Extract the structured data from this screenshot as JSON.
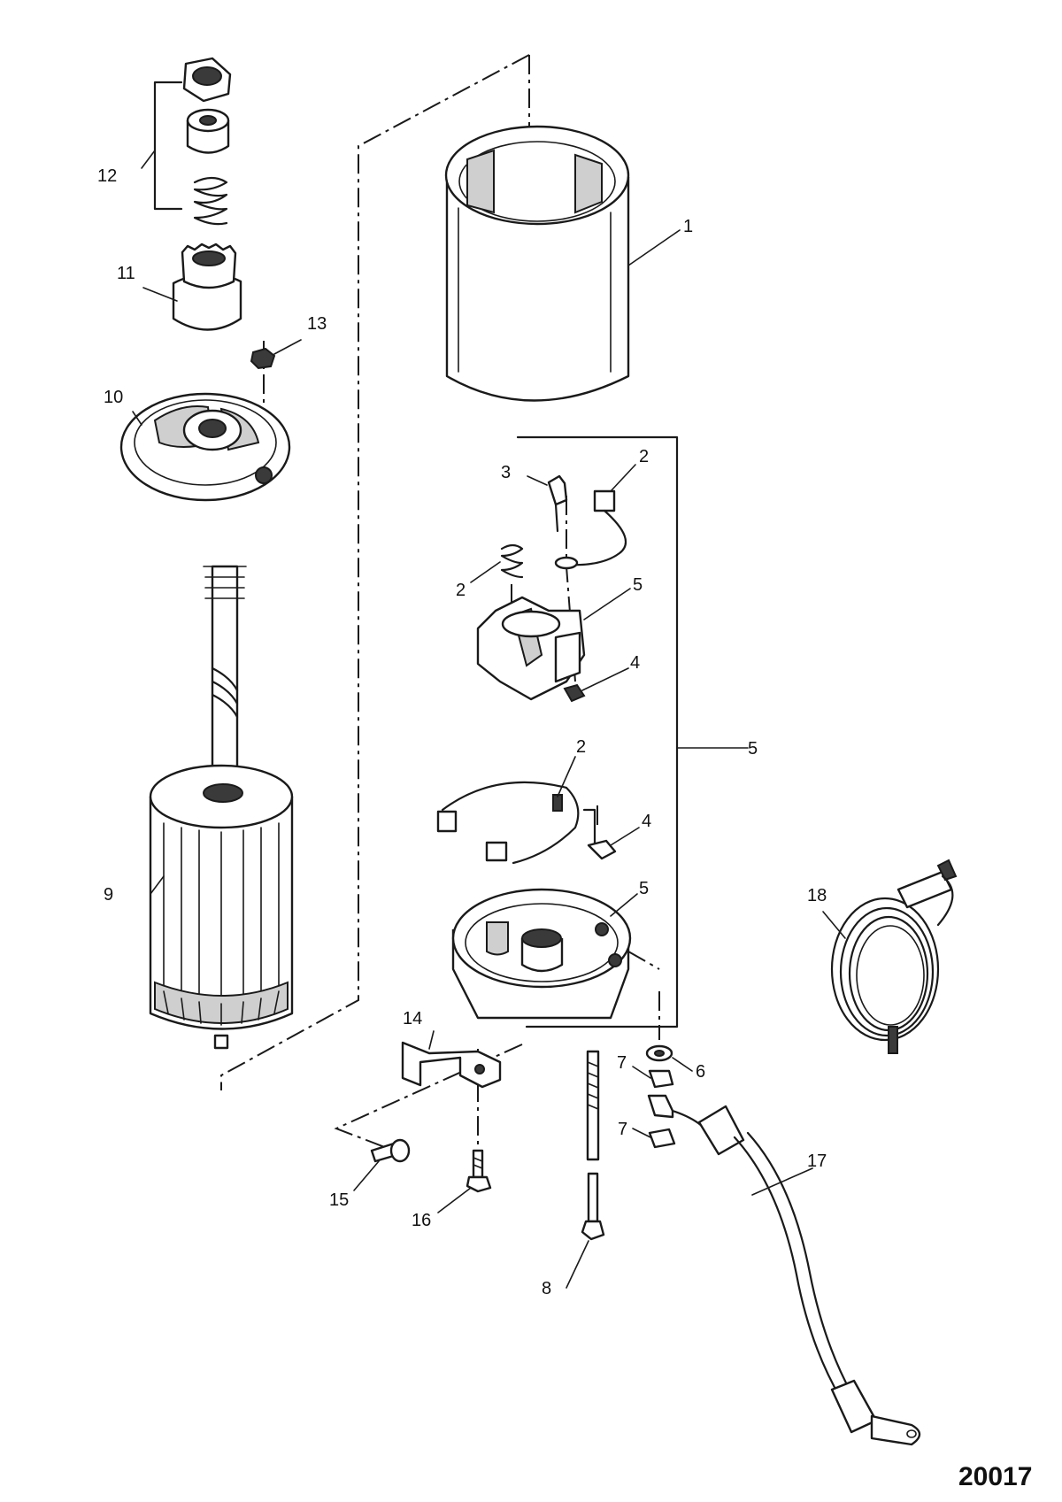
{
  "callouts": {
    "c1": "1",
    "c2a": "2",
    "c2b": "2",
    "c2c": "2",
    "c3": "3",
    "c4a": "4",
    "c4b": "4",
    "c5a": "5",
    "c5b": "5",
    "c5c": "5",
    "c6": "6",
    "c7a": "7",
    "c7b": "7",
    "c8": "8",
    "c9": "9",
    "c10": "10",
    "c11": "11",
    "c12": "12",
    "c13": "13",
    "c14": "14",
    "c15": "15",
    "c16": "16",
    "c17": "17",
    "c18": "18"
  },
  "figure_code": "20017"
}
